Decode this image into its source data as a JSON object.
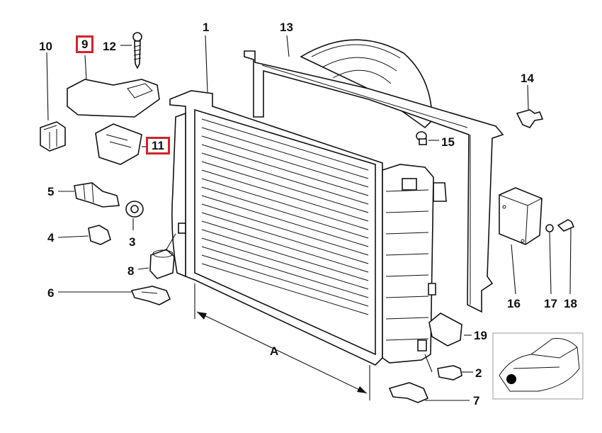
{
  "callouts": {
    "c1": "1",
    "c2": "2",
    "c3": "3",
    "c4": "4",
    "c5": "5",
    "c6": "6",
    "c7": "7",
    "c8": "8",
    "c9": "9",
    "c10": "10",
    "c11": "11",
    "c12": "12",
    "c13": "13",
    "c14": "14",
    "c15": "15",
    "c16": "16",
    "c17": "17",
    "c18": "18",
    "c19": "19"
  },
  "dimension_label": "A",
  "highlight_color": "#d2232a"
}
